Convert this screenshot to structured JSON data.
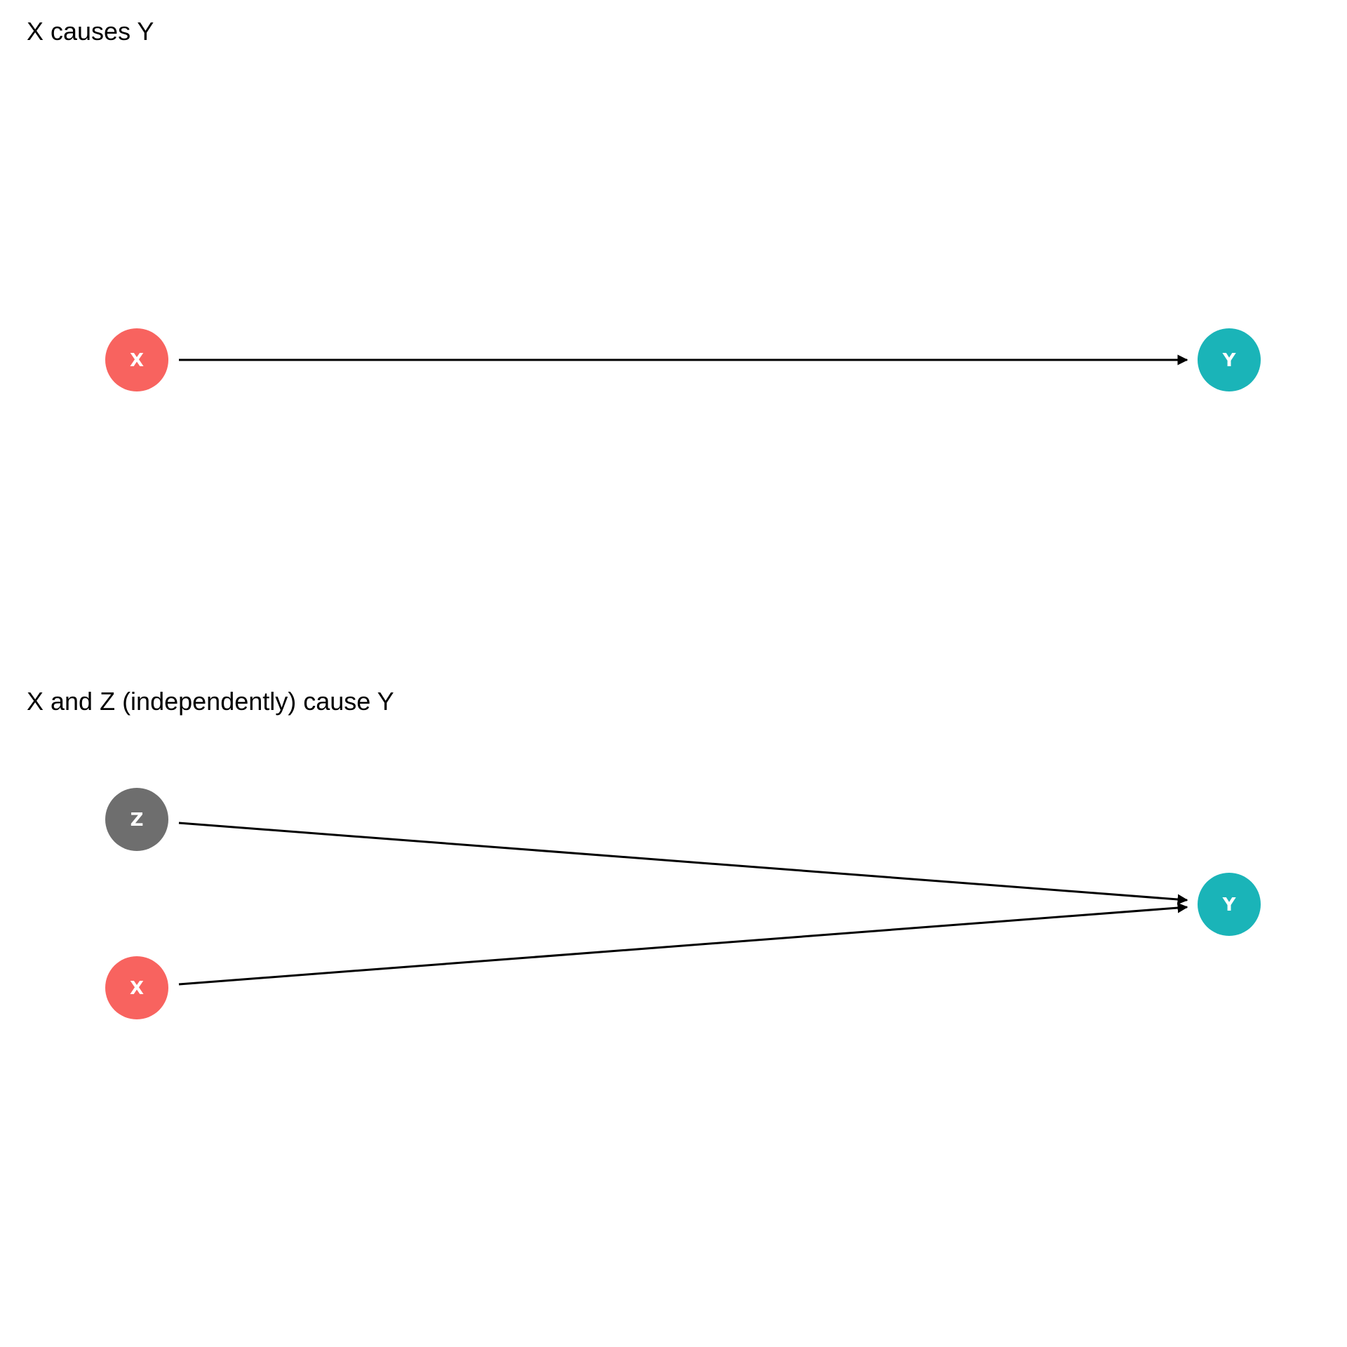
{
  "panels": [
    {
      "id": "panel-1",
      "title": "X causes Y",
      "nodes": [
        {
          "id": "x",
          "label": "X",
          "color": "#F8635F"
        },
        {
          "id": "y",
          "label": "Y",
          "color": "#1AB4B8"
        }
      ],
      "edges": [
        {
          "from": "x",
          "to": "y"
        }
      ]
    },
    {
      "id": "panel-2",
      "title": "X and Z (independently) cause Y",
      "nodes": [
        {
          "id": "z",
          "label": "Z",
          "color": "#6E6E6E"
        },
        {
          "id": "x",
          "label": "X",
          "color": "#F8635F"
        },
        {
          "id": "y",
          "label": "Y",
          "color": "#1AB4B8"
        }
      ],
      "edges": [
        {
          "from": "z",
          "to": "y"
        },
        {
          "from": "x",
          "to": "y"
        }
      ]
    }
  ]
}
